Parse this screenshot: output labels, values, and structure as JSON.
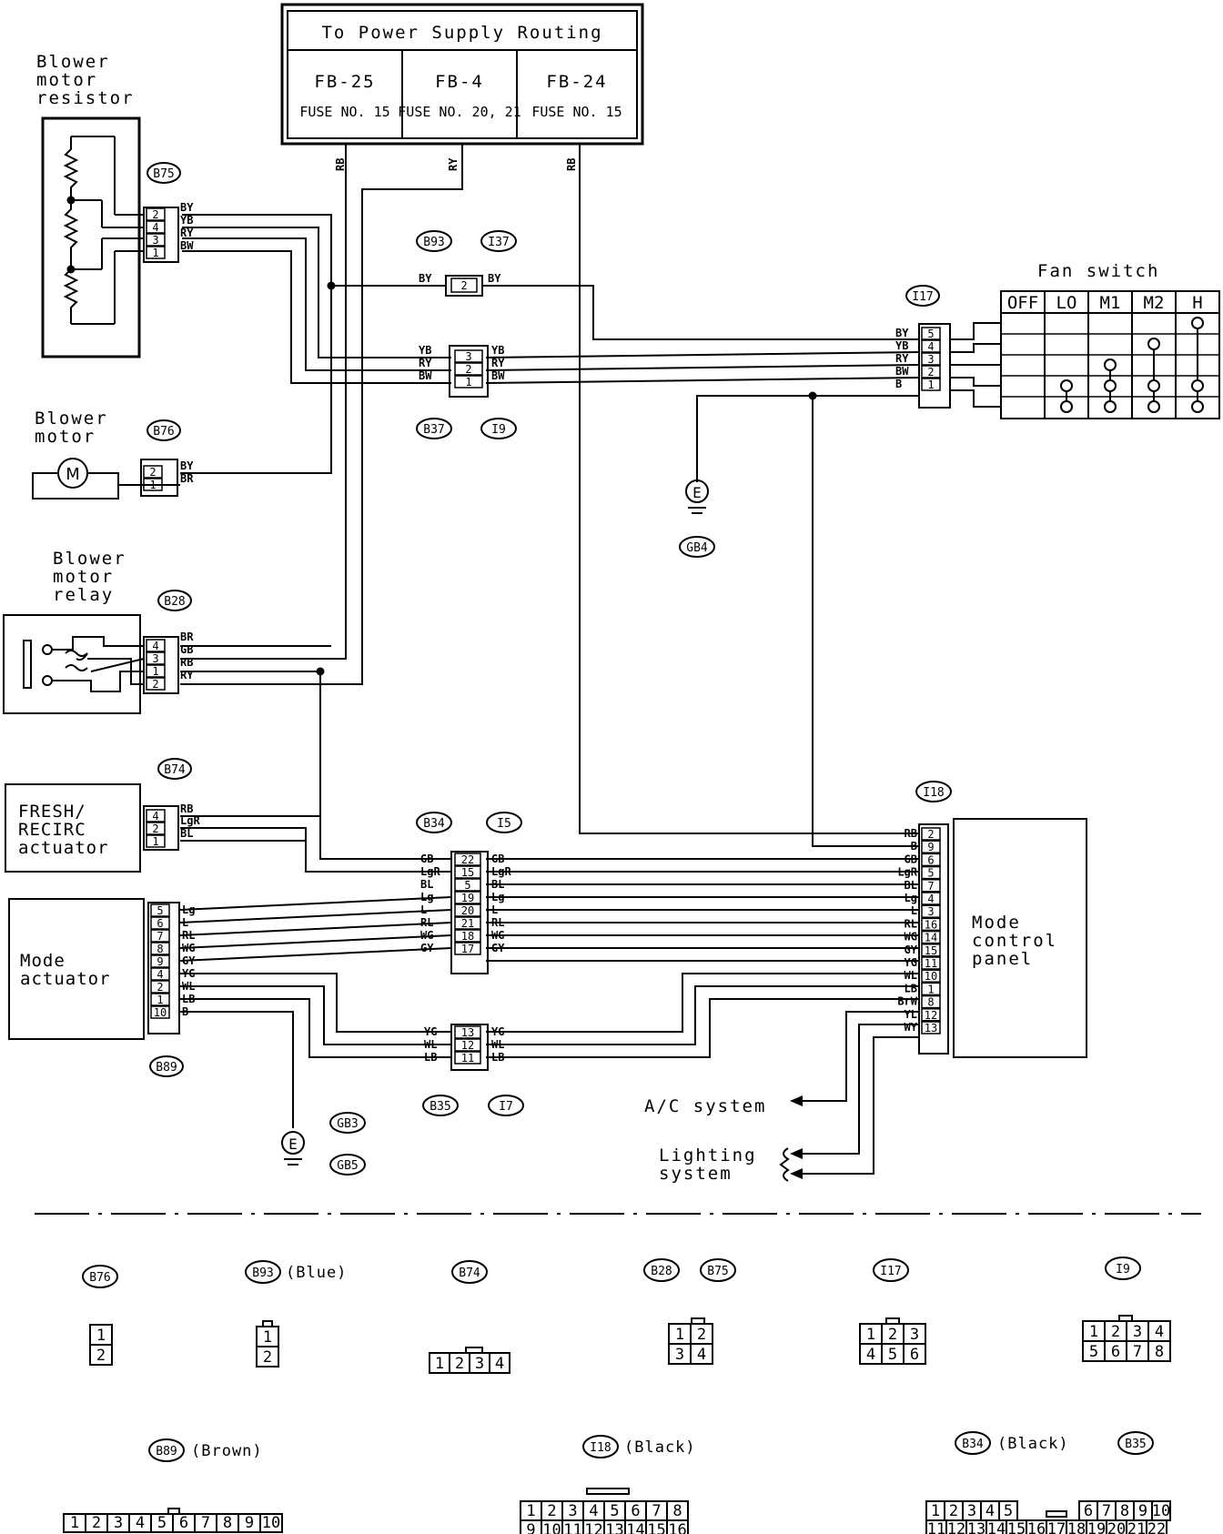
{
  "power_box": {
    "title": "To Power Supply Routing",
    "cells": [
      {
        "code": "FB-25",
        "fuse": "FUSE NO. 15"
      },
      {
        "code": "FB-4",
        "fuse": "FUSE NO. 20, 21"
      },
      {
        "code": "FB-24",
        "fuse": "FUSE NO. 15"
      }
    ],
    "wires": [
      "RB",
      "RY",
      "RB"
    ]
  },
  "components": {
    "blower_resistor": {
      "line1": "Blower",
      "line2": "motor",
      "line3": "resistor",
      "connector": "B75",
      "pins": [
        "2",
        "4",
        "3",
        "1"
      ],
      "wires": [
        "BY",
        "YB",
        "RY",
        "BW"
      ]
    },
    "blower_motor": {
      "line1": "Blower",
      "line2": "motor",
      "connector": "B76",
      "pins": [
        "2",
        "1"
      ],
      "wires": [
        "BY",
        "BR"
      ]
    },
    "blower_relay": {
      "line1": "Blower",
      "line2": "motor",
      "line3": "relay",
      "connector": "B28",
      "pins": [
        "4",
        "3",
        "1",
        "2"
      ],
      "wires": [
        "BR",
        "GB",
        "RB",
        "RY"
      ]
    },
    "fresh_recirc": {
      "line1": "FRESH/",
      "line2": "RECIRC",
      "line3": "actuator",
      "connector": "B74",
      "pins": [
        "4",
        "2",
        "1"
      ],
      "wires": [
        "RB",
        "LgR",
        "BL"
      ]
    },
    "mode_actuator": {
      "line1": "Mode",
      "line2": "actuator",
      "connector": "B89",
      "pins": [
        "5",
        "6",
        "7",
        "8",
        "9",
        "4",
        "2",
        "1",
        "10"
      ],
      "wires": [
        "Lg",
        "L",
        "RL",
        "WG",
        "GY",
        "YG",
        "WL",
        "LB",
        "B"
      ]
    },
    "fan_switch": {
      "title": "Fan switch",
      "connector": "I17",
      "positions": [
        "OFF",
        "LO",
        "M1",
        "M2",
        "H"
      ],
      "pins": [
        "5",
        "4",
        "3",
        "2",
        "1"
      ],
      "wires": [
        "BY",
        "YB",
        "RY",
        "BW",
        "B"
      ]
    },
    "mode_panel": {
      "line1": "Mode",
      "line2": "control",
      "line3": "panel",
      "connector": "I18",
      "pins": [
        "2",
        "9",
        "6",
        "5",
        "7",
        "4",
        "3",
        "16",
        "14",
        "15",
        "11",
        "10",
        "1",
        "8",
        "12",
        "13"
      ],
      "wires": [
        "RB",
        "B",
        "GB",
        "LgR",
        "BL",
        "Lg",
        "L",
        "RL",
        "WG",
        "GY",
        "YG",
        "WL",
        "LB",
        "BrW",
        "YL",
        "WY"
      ]
    }
  },
  "junctions": {
    "b93": {
      "left": "B93",
      "right": "I37",
      "pin": "2",
      "wire": "BY"
    },
    "b37": {
      "top_left": "B93",
      "bottom_left": "B37",
      "bottom_right": "I9",
      "pins": [
        "3",
        "2",
        "1"
      ],
      "wires": [
        "YB",
        "RY",
        "BW"
      ]
    },
    "b34": {
      "left": "B34",
      "right": "I5",
      "pins": [
        "22",
        "15",
        "5",
        "19",
        "20",
        "21",
        "18",
        "17"
      ],
      "wires": [
        "GB",
        "LgR",
        "BL",
        "Lg",
        "L",
        "RL",
        "WG",
        "GY"
      ]
    },
    "b35": {
      "left": "B35",
      "right": "I7",
      "pins": [
        "13",
        "12",
        "11"
      ],
      "wires": [
        "YG",
        "WL",
        "LB"
      ]
    }
  },
  "grounds": {
    "gb4": {
      "symbol": "E",
      "label": "GB4"
    },
    "gb3": {
      "symbol": "E",
      "label": "GB3",
      "label2": "GB5"
    }
  },
  "outputs": {
    "ac": "A/C system",
    "lighting1": "Lighting",
    "lighting2": "system"
  },
  "legend": {
    "b76": {
      "id": "B76",
      "pins": [
        "1",
        "2"
      ]
    },
    "b93": {
      "id": "B93",
      "note": "(Blue)",
      "pins": [
        "1",
        "2"
      ]
    },
    "b74": {
      "id": "B74",
      "pins": [
        "1",
        "2",
        "3",
        "4"
      ]
    },
    "b28": {
      "id": "B28",
      "id2": "B75",
      "pins": [
        "1",
        "2",
        "3",
        "4"
      ]
    },
    "i17": {
      "id": "I17",
      "pins": [
        "1",
        "2",
        "3",
        "4",
        "5",
        "6"
      ]
    },
    "i9": {
      "id": "I9",
      "pins": [
        "1",
        "2",
        "3",
        "4",
        "5",
        "6",
        "7",
        "8"
      ]
    },
    "b89": {
      "id": "B89",
      "note": "(Brown)",
      "pins": [
        "1",
        "2",
        "3",
        "4",
        "5",
        "6",
        "7",
        "8",
        "9",
        "10"
      ]
    },
    "i18": {
      "id": "I18",
      "note": "(Black)",
      "pins": [
        "1",
        "2",
        "3",
        "4",
        "5",
        "6",
        "7",
        "8",
        "9",
        "10",
        "11",
        "12",
        "13",
        "14",
        "15",
        "16"
      ]
    },
    "b34": {
      "id": "B34",
      "note": "(Black)",
      "id2": "B35",
      "pins": [
        "1",
        "2",
        "3",
        "4",
        "5",
        "6",
        "7",
        "8",
        "9",
        "10",
        "11",
        "12",
        "13",
        "14",
        "15",
        "16",
        "17",
        "18",
        "19",
        "20",
        "21",
        "22"
      ]
    }
  }
}
